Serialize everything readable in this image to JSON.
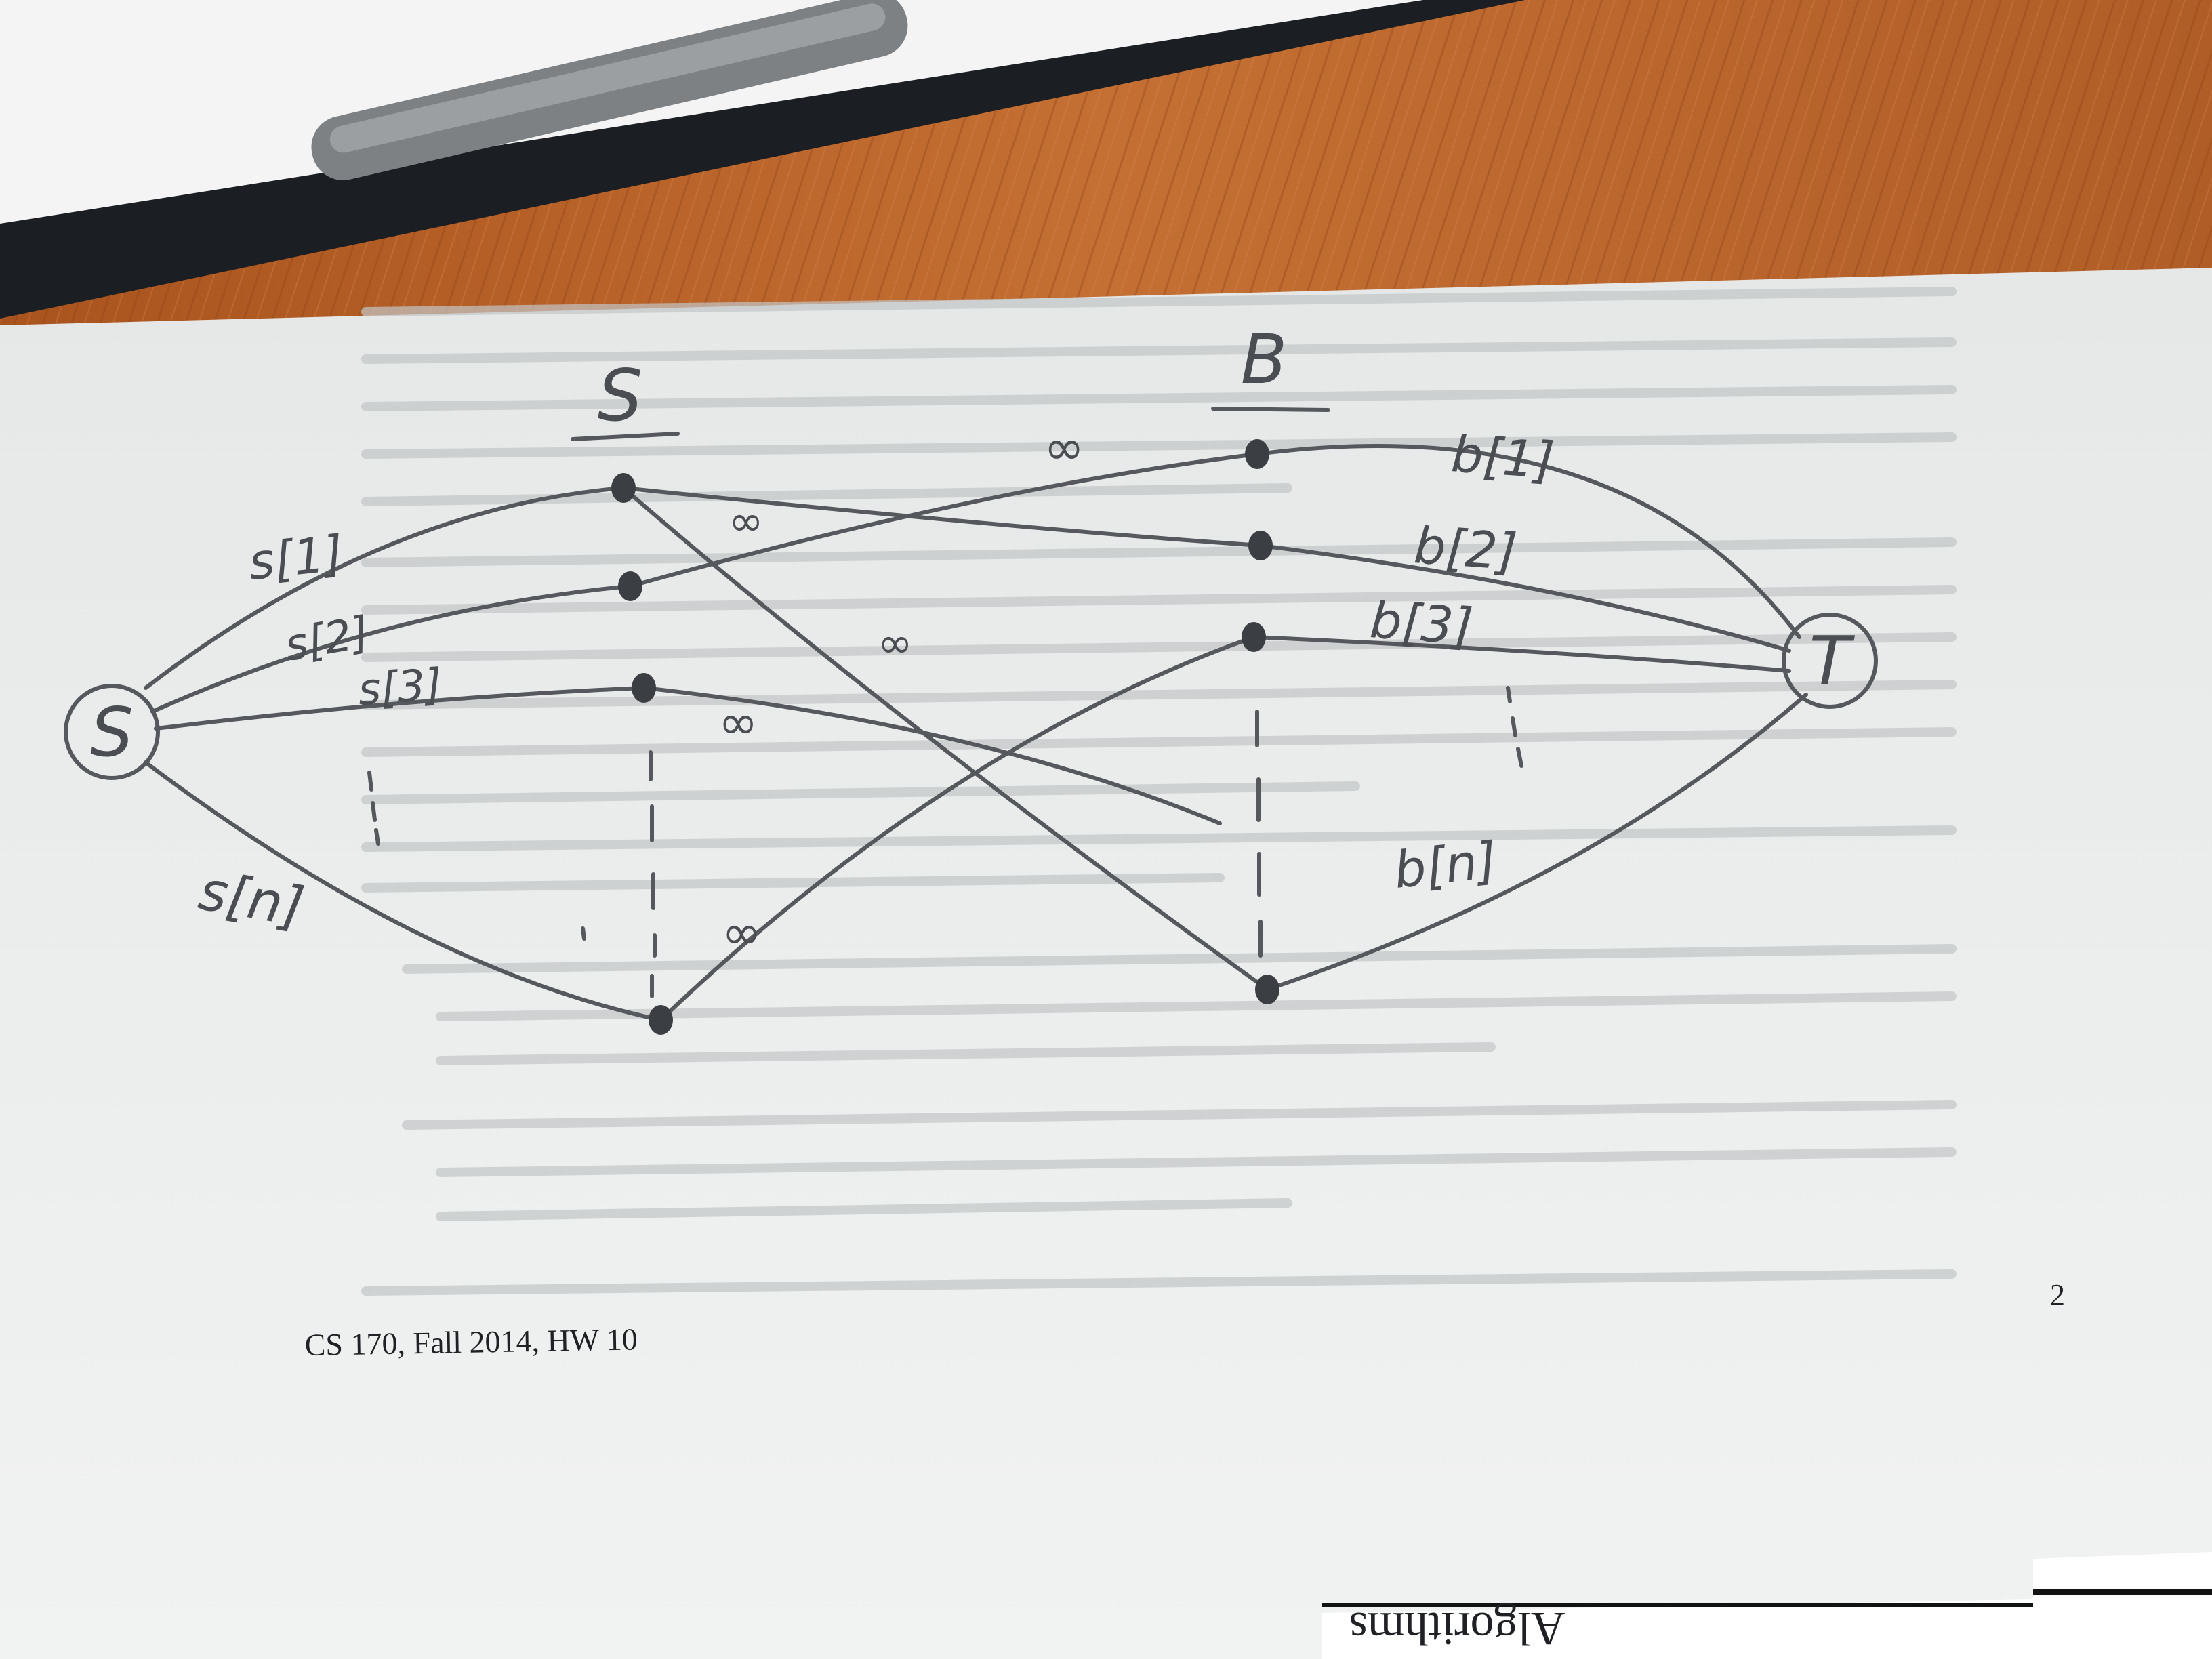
{
  "diagram": {
    "source_label": "S",
    "sink_label": "T",
    "left_column_label": "S",
    "right_column_label": "B",
    "edge_labels_source": [
      "s[1]",
      "s[2]",
      "s[3]",
      "s[n]"
    ],
    "edge_labels_sink": [
      "b[1]",
      "b[2]",
      "b[3]",
      "b[n]"
    ],
    "middle_capacity": "∞"
  },
  "page": {
    "footer": "CS 170, Fall 2014, HW 10",
    "page_number": "2",
    "under_page_text": "Algorithms"
  },
  "colors": {
    "wood": "#b8622a",
    "paper": "#eceeee",
    "pencil": "#55585c",
    "ink": "#1f2124"
  }
}
